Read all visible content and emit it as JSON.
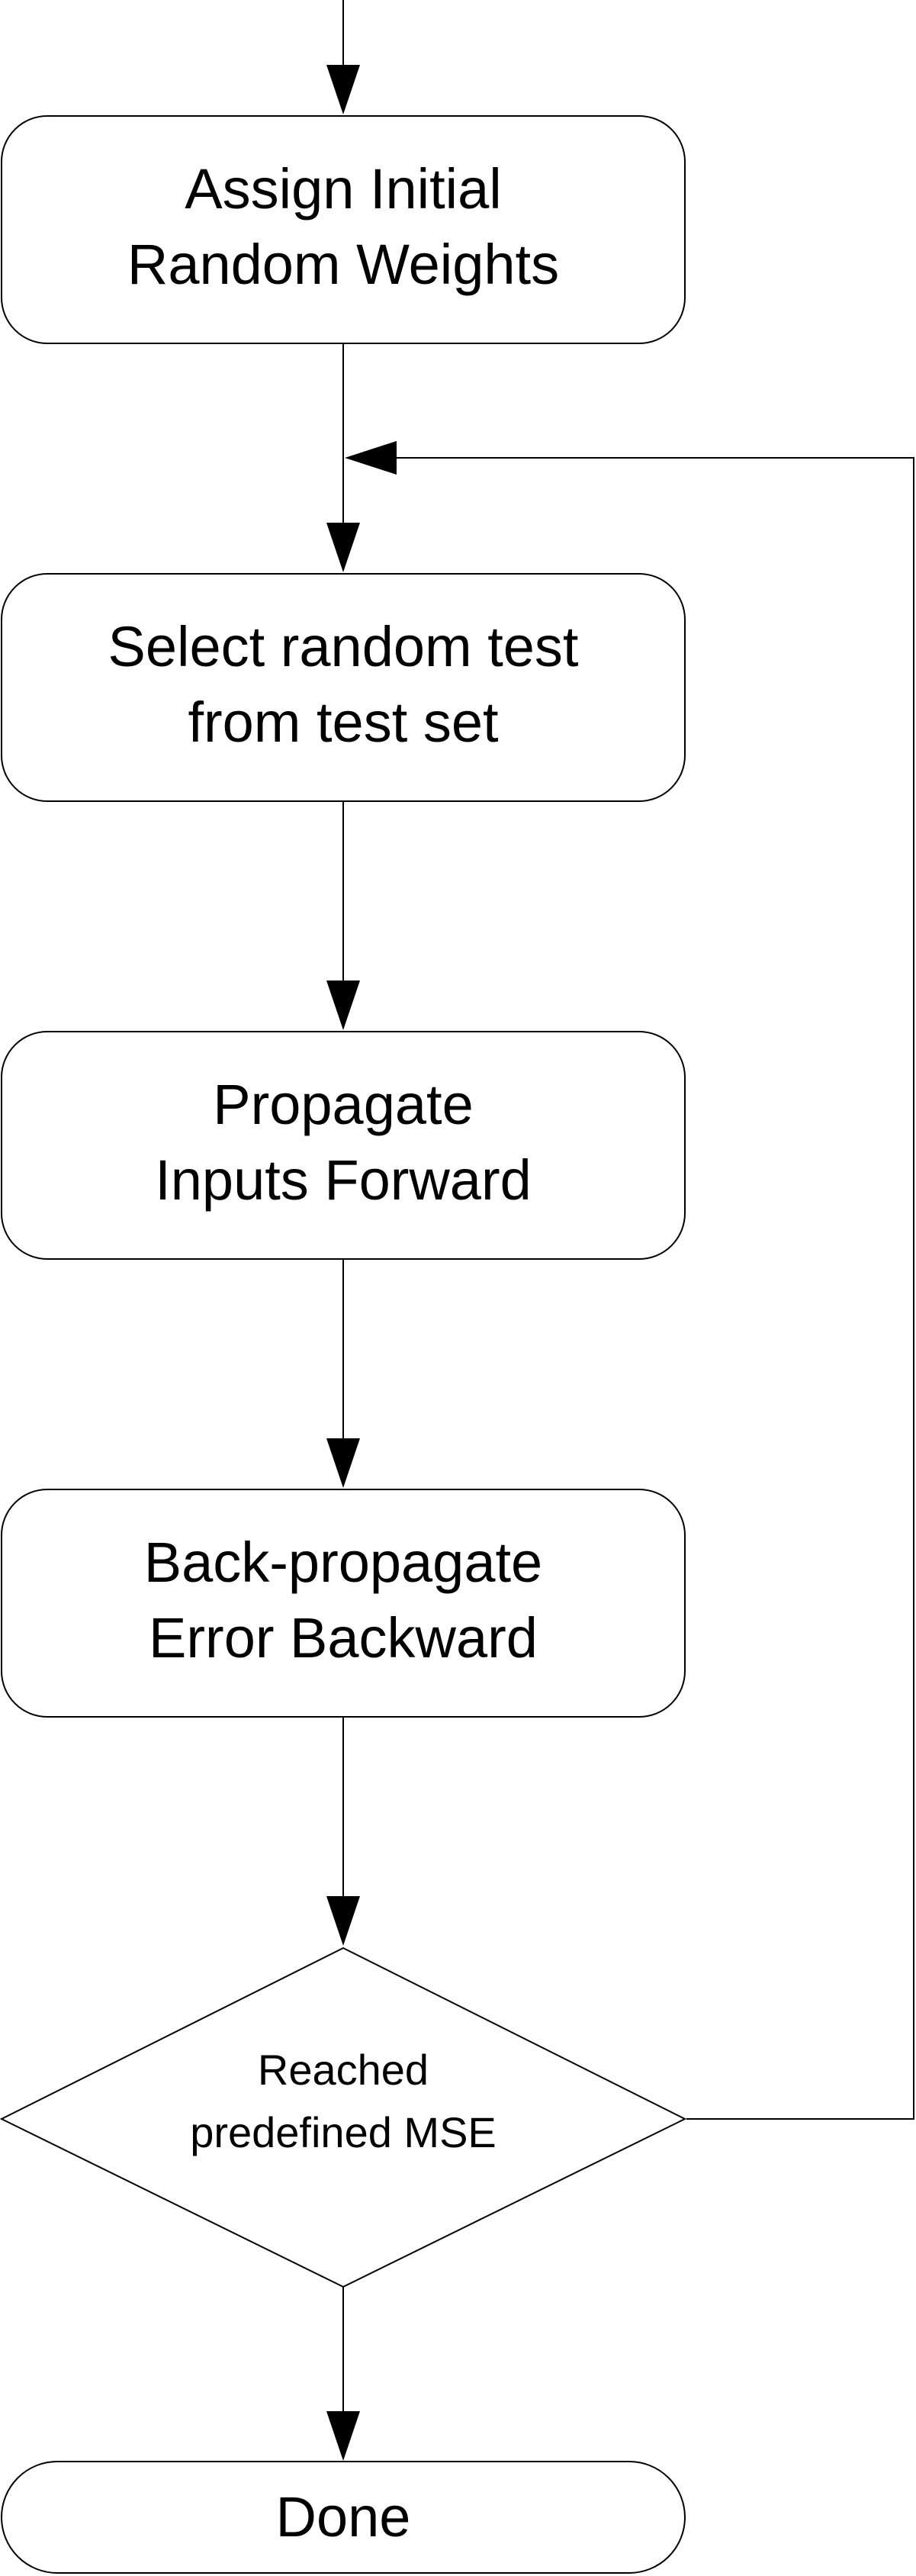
{
  "diagram": {
    "nodes": [
      {
        "id": "assign",
        "shape": "rounded-rect",
        "lines": [
          "Assign Initial",
          "Random Weights"
        ]
      },
      {
        "id": "select",
        "shape": "rounded-rect",
        "lines": [
          "Select random test",
          "from test set"
        ]
      },
      {
        "id": "propagate",
        "shape": "rounded-rect",
        "lines": [
          "Propagate",
          "Inputs Forward"
        ]
      },
      {
        "id": "backprop",
        "shape": "rounded-rect",
        "lines": [
          "Back-propagate",
          "Error Backward"
        ]
      },
      {
        "id": "decision",
        "shape": "diamond",
        "lines": [
          "Reached",
          "predefined MSE"
        ]
      },
      {
        "id": "done",
        "shape": "terminal",
        "lines": [
          "Done"
        ]
      }
    ],
    "edges": [
      {
        "from": "start",
        "to": "assign"
      },
      {
        "from": "assign",
        "to": "select"
      },
      {
        "from": "select",
        "to": "propagate"
      },
      {
        "from": "propagate",
        "to": "backprop"
      },
      {
        "from": "backprop",
        "to": "decision"
      },
      {
        "from": "decision",
        "to": "done"
      },
      {
        "from": "decision",
        "to": "select",
        "route": "loop-back-right"
      }
    ],
    "colors": {
      "stroke": "#000000",
      "fill": "#ffffff",
      "text": "#000000"
    }
  }
}
